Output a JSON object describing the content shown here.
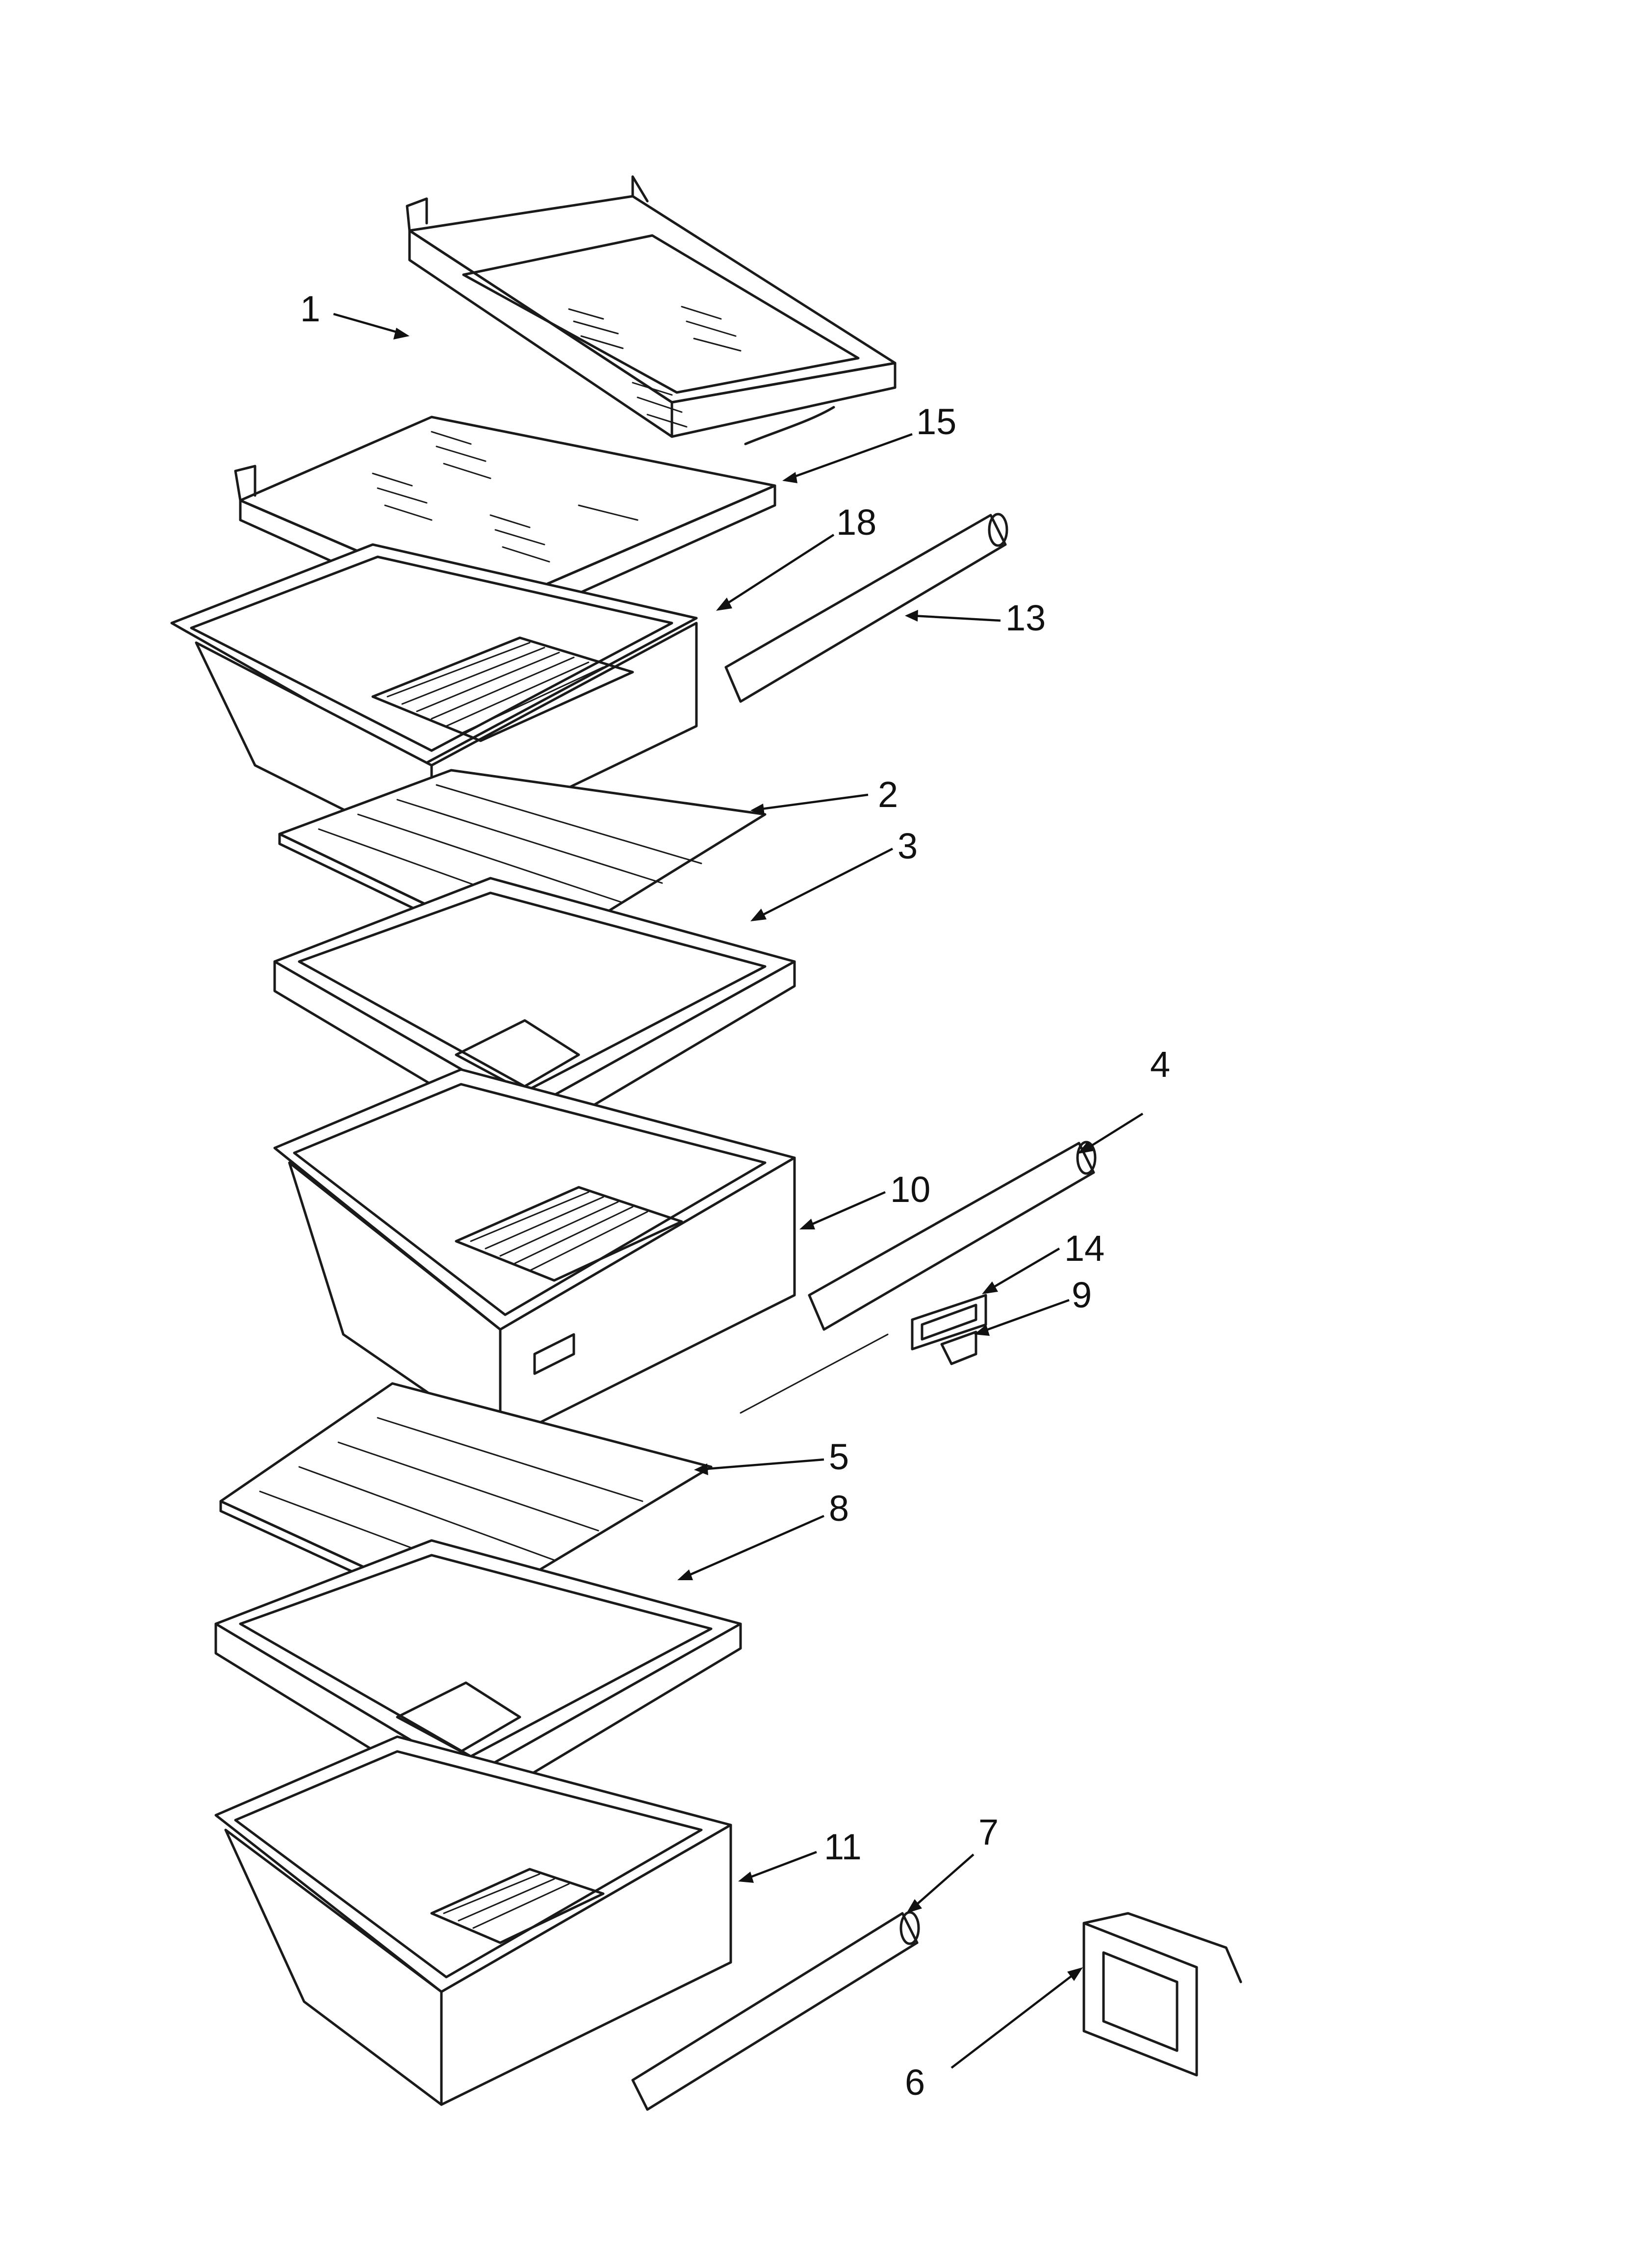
{
  "diagram": {
    "callouts": [
      {
        "id": "c1",
        "label": "1"
      },
      {
        "id": "c15",
        "label": "15"
      },
      {
        "id": "c18",
        "label": "18"
      },
      {
        "id": "c13",
        "label": "13"
      },
      {
        "id": "c2",
        "label": "2"
      },
      {
        "id": "c3",
        "label": "3"
      },
      {
        "id": "c4",
        "label": "4"
      },
      {
        "id": "c10",
        "label": "10"
      },
      {
        "id": "c14",
        "label": "14"
      },
      {
        "id": "c9",
        "label": "9"
      },
      {
        "id": "c5",
        "label": "5"
      },
      {
        "id": "c8",
        "label": "8"
      },
      {
        "id": "c11",
        "label": "11"
      },
      {
        "id": "c7",
        "label": "7"
      },
      {
        "id": "c6",
        "label": "6"
      }
    ],
    "colors": {
      "line": "#1a1a1a",
      "background": "#ffffff"
    }
  }
}
